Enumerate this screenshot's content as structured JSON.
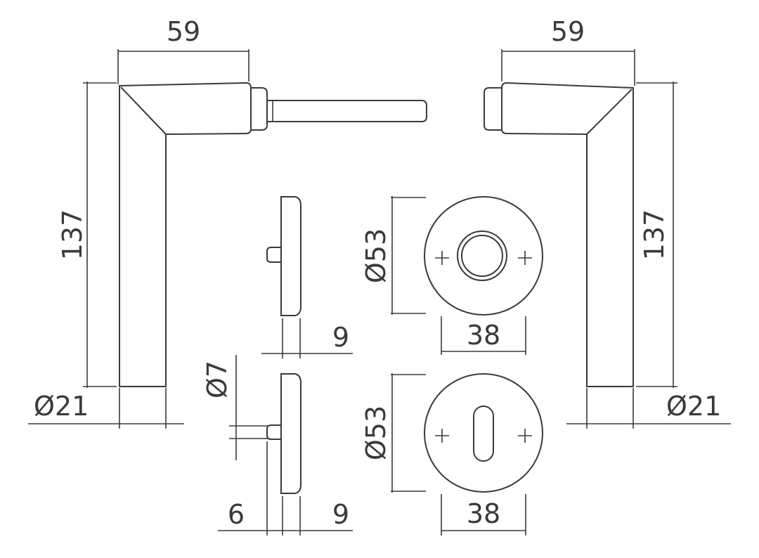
{
  "labels": {
    "left_width": "59",
    "right_width": "59",
    "left_height": "137",
    "right_height": "137",
    "left_diameter": "Ø21",
    "right_diameter": "Ø21",
    "rosette_top_diameter": "Ø53",
    "rosette_bottom_diameter": "Ø53",
    "rosette_top_width": "38",
    "rosette_bottom_width": "38",
    "side_top_thickness": "9",
    "side_bottom_thickness": "9",
    "spindle_diameter": "Ø7",
    "spindle_length": "6"
  },
  "colors": {
    "line": "#3a3a3a",
    "background": "#ffffff"
  }
}
